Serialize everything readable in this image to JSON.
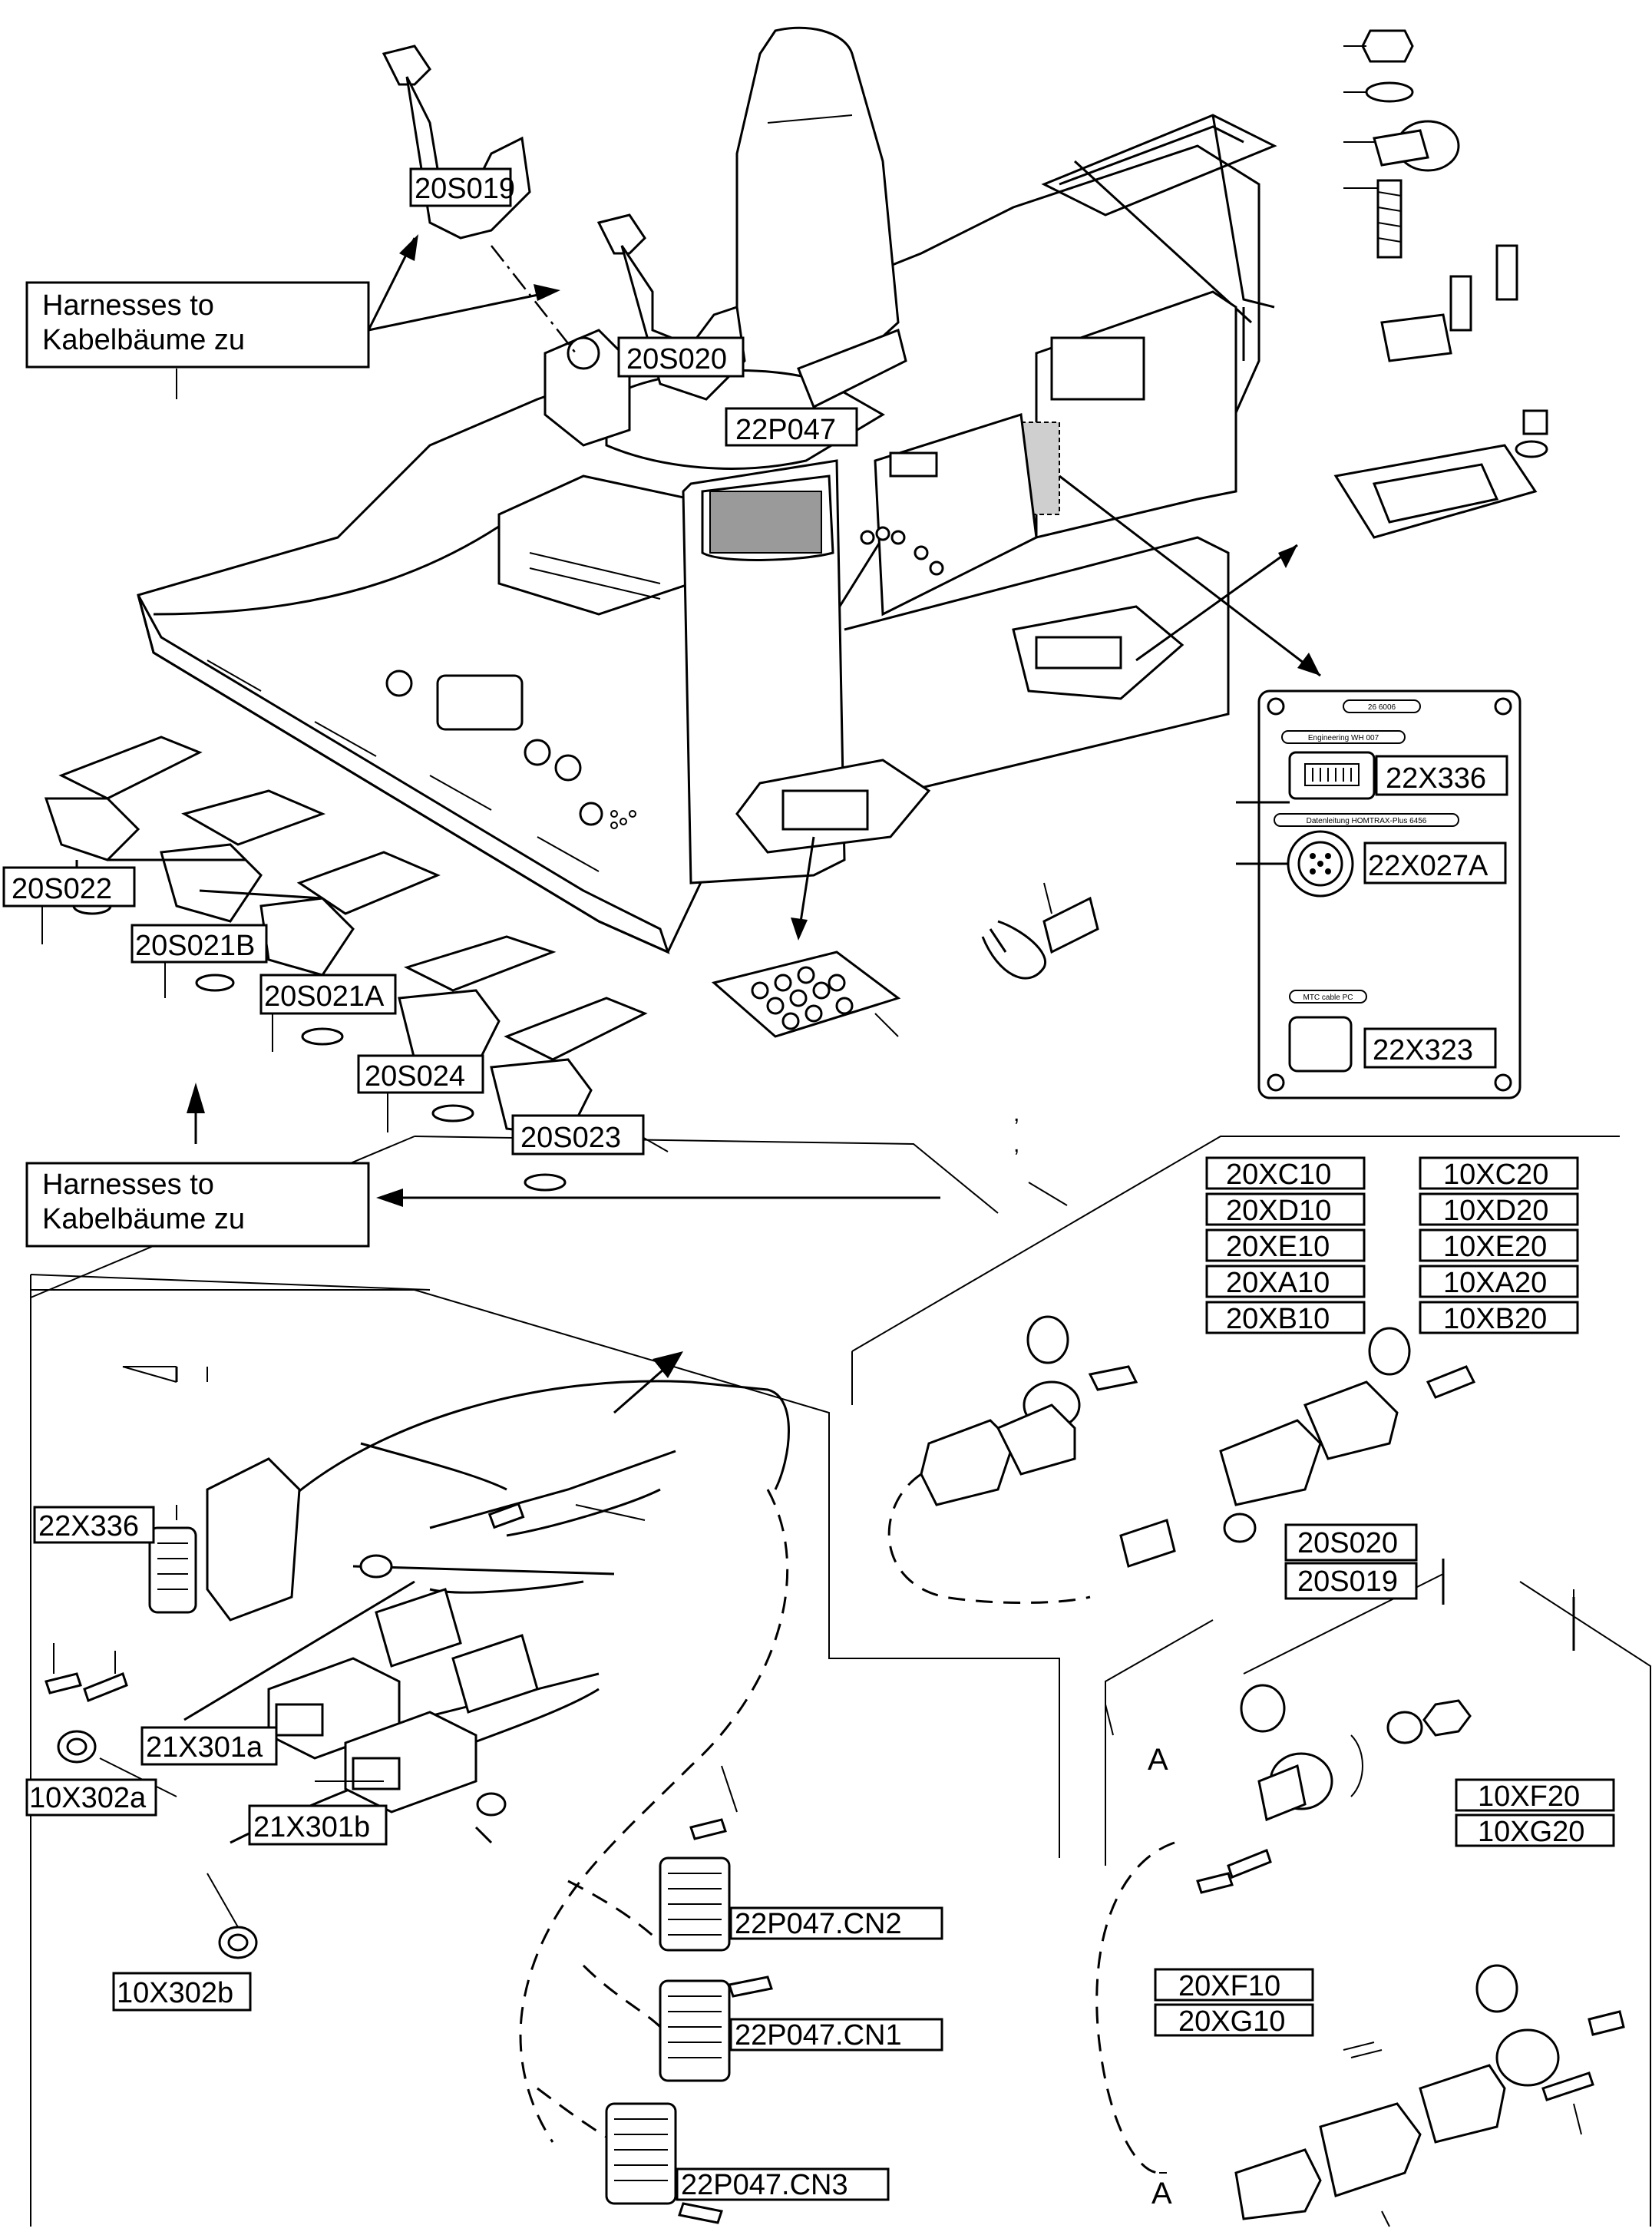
{
  "notes": [
    {
      "line1": "Harnesses to",
      "line2": "Kabelbäume zu"
    },
    {
      "line1": "Harnesses to",
      "line2": "Kabelbäume zu"
    }
  ],
  "labels": {
    "l20S019": "20S019",
    "l20S020": "20S020",
    "l22P047": "22P047",
    "l22X336_top": "22X336",
    "l22X027A": "22X027A",
    "l22X323": "22X323",
    "l20S022": "20S022",
    "l20S021B": "20S021B",
    "l20S021A": "20S021A",
    "l20S024": "20S024",
    "l20S023": "20S023",
    "l20XC10": "20XC10",
    "l20XD10": "20XD10",
    "l20XE10": "20XE10",
    "l20XA10": "20XA10",
    "l20XB10": "20XB10",
    "l10XC20": "10XC20",
    "l10XD20": "10XD20",
    "l10XE20": "10XE20",
    "l10XA20": "10XA20",
    "l10XB20": "10XB20",
    "l20S020b": "20S020",
    "l20S019b": "20S019",
    "l10XF20": "10XF20",
    "l10XG20": "10XG20",
    "l20XF10": "20XF10",
    "l20XG10": "20XG10",
    "l22X336_bot": "22X336",
    "l21X301a": "21X301a",
    "l21X301b": "21X301b",
    "l10X302a": "10X302a",
    "l10X302b": "10X302b",
    "l22P047CN2": "22P047.CN2",
    "l22P047CN1": "22P047.CN1",
    "l22P047CN3": "22P047.CN3"
  },
  "panel": {
    "header": "26 6006",
    "sub1": "Engineering WH 007",
    "sub2": "Datenleitung HOMTRAX-Plus 6456",
    "sub3": "MTC cable PC"
  },
  "letters": {
    "a1": "A",
    "a2": "A"
  }
}
